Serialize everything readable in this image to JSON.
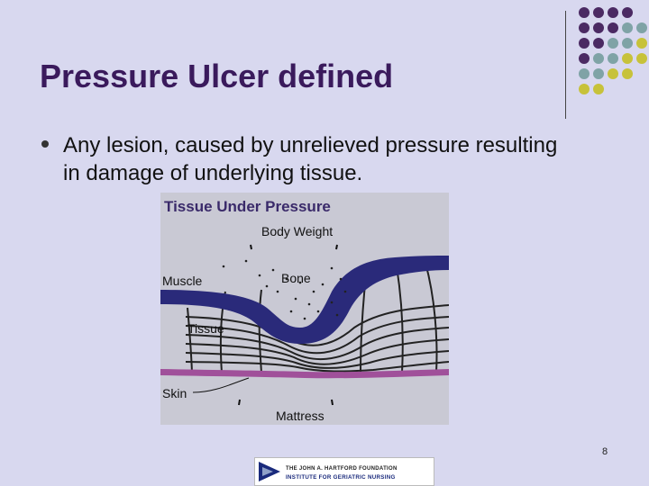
{
  "slide": {
    "title": "Pressure Ulcer defined",
    "bullet": "Any lesion, caused by unrelieved pressure resulting in damage of underlying tissue.",
    "page_number": "8"
  },
  "figure": {
    "title": "Tissue  Under  Pressure",
    "labels": {
      "body_weight": "Body Weight",
      "bone": "Bone",
      "muscle": "Muscle",
      "tissue": "Tissue",
      "skin": "Skin",
      "mattress": "Mattress"
    }
  },
  "logo": {
    "line1": "THE JOHN A. HARTFORD FOUNDATION",
    "line2": "INSTITUTE FOR GERIATRIC NURSING"
  },
  "colors": {
    "background": "#d8d8ef",
    "title": "#3a1a5c",
    "dot_purple": "#4b2a63",
    "dot_teal": "#7fa3a6",
    "dot_yellow": "#c7c23a",
    "muscle": "#2a2a7a",
    "skin": "#a0509a"
  }
}
